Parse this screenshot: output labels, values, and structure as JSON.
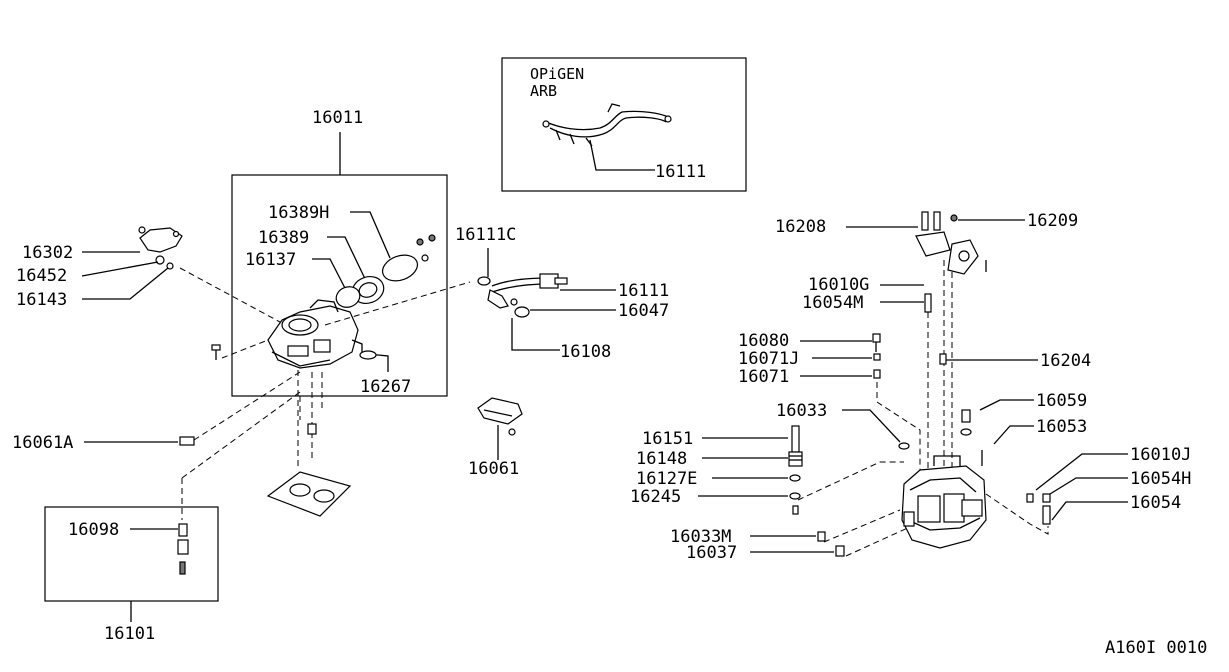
{
  "diagram": {
    "inset_box": {
      "line1": "ΟPiGEN",
      "line2": "ARB"
    },
    "footer_code": "A160I 0010",
    "labels": {
      "p16011": "16011",
      "p16111_inset": "16111",
      "p16389H": "16389H",
      "p16389": "16389",
      "p16137": "16137",
      "p16302": "16302",
      "p16452": "16452",
      "p16143": "16143",
      "p16111C": "16111C",
      "p16111": "16111",
      "p16047": "16047",
      "p16108": "16108",
      "p16267": "16267",
      "p16061A": "16061A",
      "p16061": "16061",
      "p16098": "16098",
      "p16101": "16101",
      "p16208": "16208",
      "p16209": "16209",
      "p16010G": "16010G",
      "p16054M": "16054M",
      "p16080": "16080",
      "p16071J": "16071J",
      "p16071": "16071",
      "p16204": "16204",
      "p16033": "16033",
      "p16059": "16059",
      "p16053": "16053",
      "p16151": "16151",
      "p16148": "16148",
      "p16127E": "16127E",
      "p16245": "16245",
      "p16010J": "16010J",
      "p16054H": "16054H",
      "p16054": "16054",
      "p16033M": "16033M",
      "p16037": "16037"
    }
  }
}
